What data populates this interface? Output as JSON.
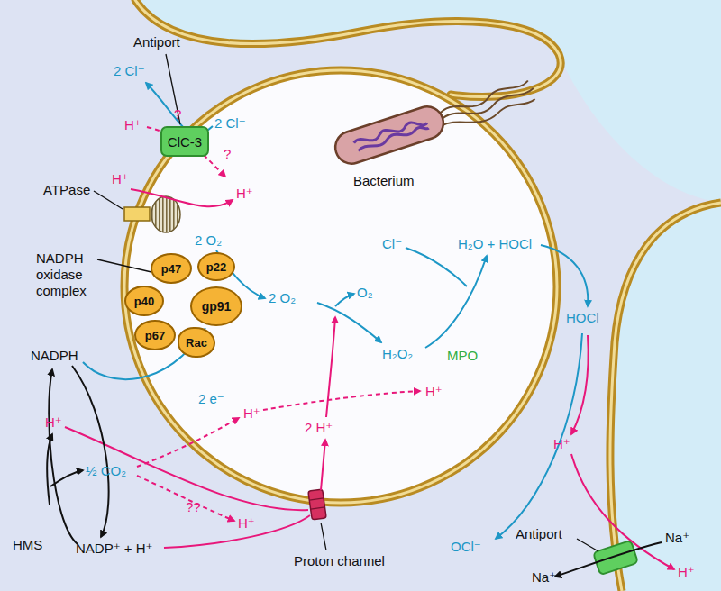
{
  "diagram": {
    "nodes": [
      {
        "text": [
          "ClC-3"
        ]
      },
      {
        "text": [
          "p47"
        ]
      },
      {
        "text": [
          "p22"
        ]
      },
      {
        "text": [
          "p40"
        ]
      },
      {
        "text": [
          "gp91"
        ]
      },
      {
        "text": [
          "p67"
        ]
      },
      {
        "text": [
          "Rac"
        ]
      }
    ],
    "labels": [
      "Antiport",
      "2 Cl⁻",
      "H⁺",
      "?",
      "2 Cl⁻",
      "?",
      "Bacterium",
      "H⁺",
      "ATPase",
      "H⁺",
      "2 O₂",
      "Cl⁻",
      "H₂O + HOCl",
      "NADPH oxidase complex",
      "2 O₂⁻",
      "O₂",
      "HOCl",
      "NADPH",
      "H₂O₂",
      "MPO",
      "H⁺",
      "2 e⁻",
      "H⁺",
      "H⁺",
      "2 H⁺",
      "H⁺",
      "½ CO₂",
      "??",
      "H⁺",
      "Antiport",
      "HMS",
      "Na⁺",
      "OCl⁻",
      "NADP⁺ + H⁺",
      "Proton channel",
      "H⁺",
      "Na⁺"
    ]
  }
}
